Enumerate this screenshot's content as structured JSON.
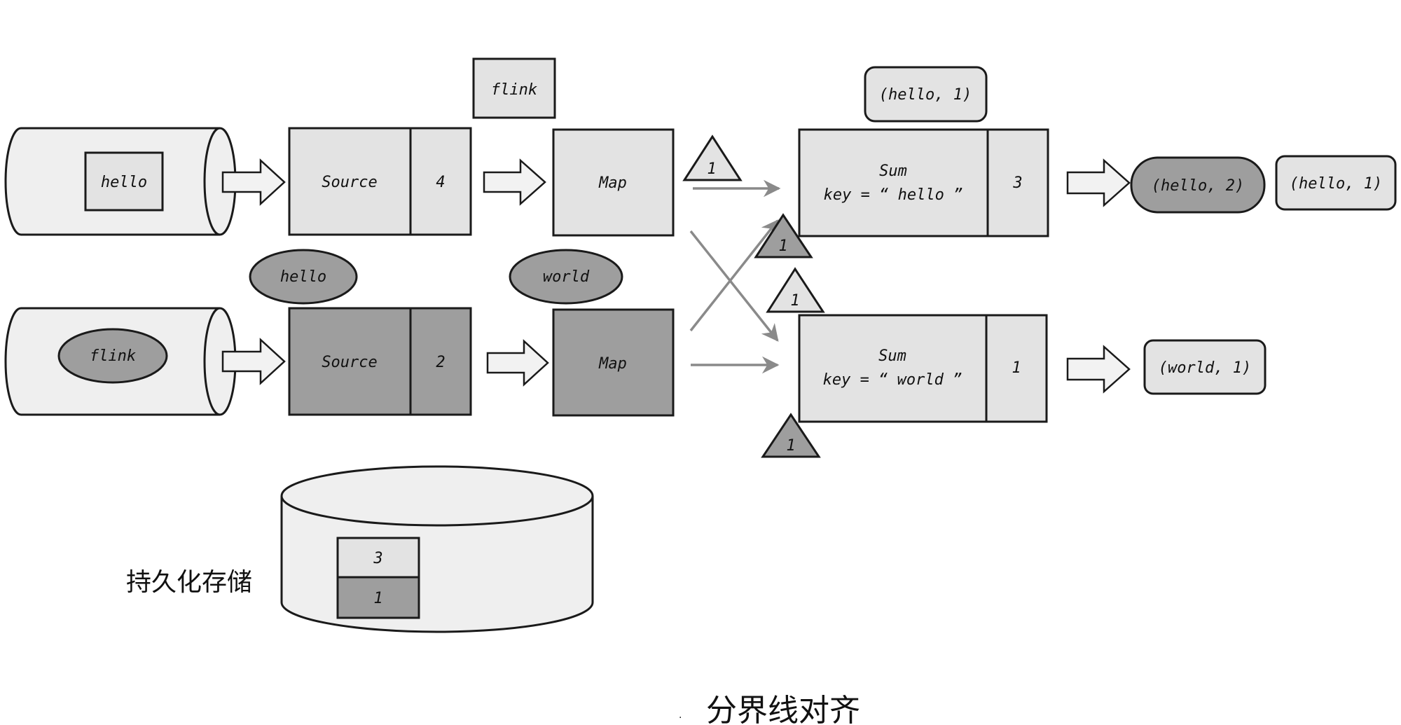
{
  "top_row": {
    "queue_record": "hello",
    "source_label": "Source",
    "source_offset": "4",
    "in_flight_record": "flink",
    "map_label": "Map",
    "barrier_label": "1"
  },
  "bottom_row": {
    "queue_record": "flink",
    "source_label": "Source",
    "source_offset": "2",
    "in_flight_source_record": "hello",
    "in_flight_map_record": "world",
    "map_label": "Map"
  },
  "sum_hello": {
    "label": "Sum",
    "key_line": "key = “ hello ”",
    "state": "3",
    "pending_record": "(hello, 1)",
    "barrier_label": "1",
    "output_current": "(hello, 2)",
    "output_prev": "(hello, 1)"
  },
  "sum_world": {
    "label": "Sum",
    "key_line": "key = “ world ”",
    "state": "1",
    "barrier_top_label": "1",
    "barrier_bottom_label": "1",
    "output": "(world, 1)"
  },
  "storage": {
    "label": "持久化存储",
    "snapshot_values": [
      "3",
      "1"
    ]
  },
  "caption": {
    "dot": ".",
    "text": "分界线对齐"
  }
}
